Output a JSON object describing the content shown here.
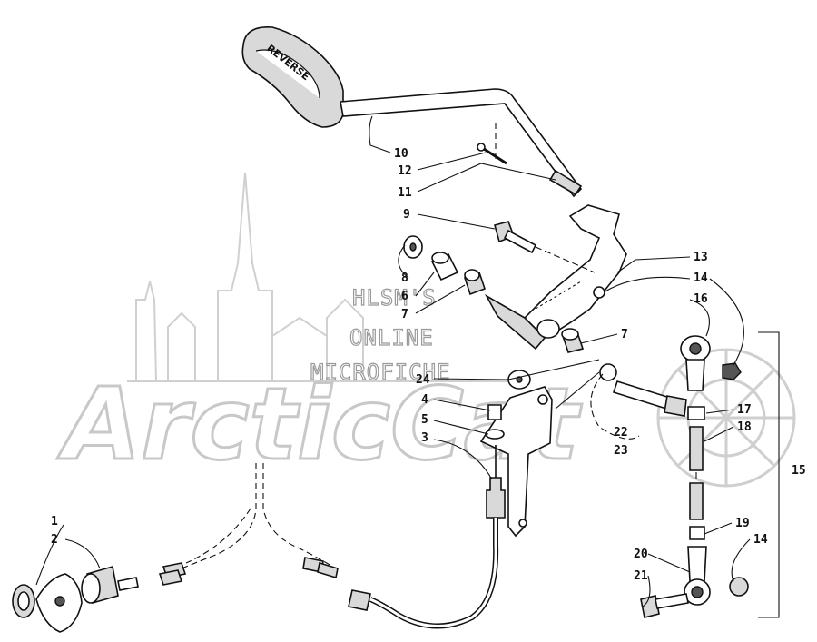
{
  "watermark": {
    "lines": [
      "HLSM'S",
      "ONLINE",
      "MICROFICHE"
    ],
    "logo": "ArcticCat",
    "handle_grip_text": "REVERSE"
  },
  "callouts": [
    "1",
    "2",
    "3",
    "4",
    "5",
    "6",
    "7",
    "7",
    "8",
    "9",
    "10",
    "11",
    "12",
    "13",
    "14",
    "14",
    "15",
    "16",
    "17",
    "18",
    "19",
    "20",
    "21",
    "22",
    "23",
    "24"
  ]
}
